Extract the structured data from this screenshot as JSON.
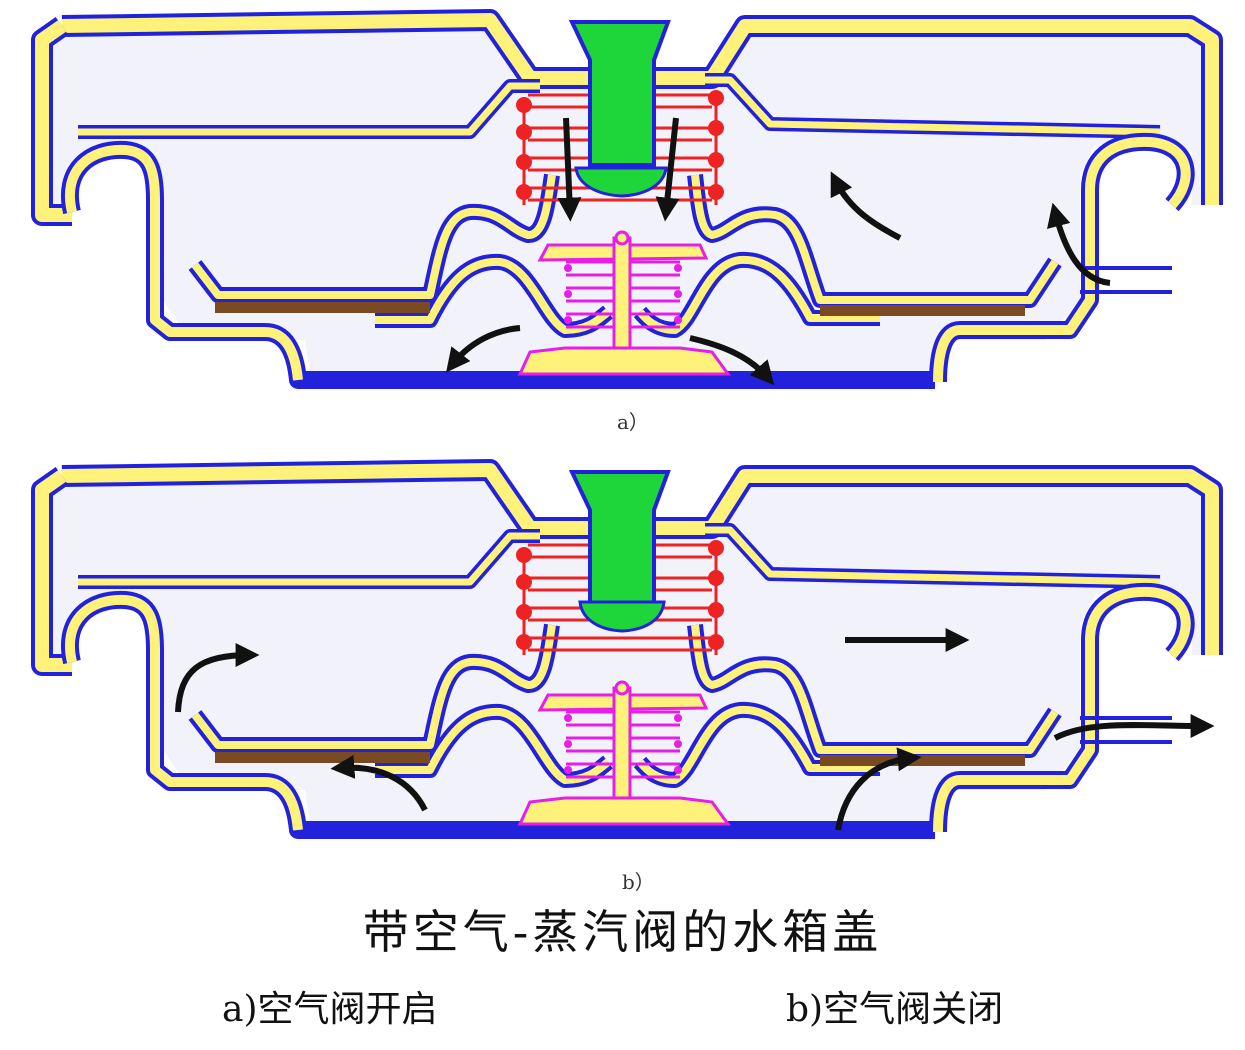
{
  "labels": {
    "panel_a": "a）",
    "panel_b": "b）"
  },
  "title": "带空气-蒸汽阀的水箱盖",
  "captions": {
    "a": "a)空气阀开启",
    "b": "b)空气阀关闭"
  },
  "colors": {
    "outline": "#2222dd",
    "wall_fill": "#fff27a",
    "interior": "#f1f2fa",
    "vacuum_valve": "#1fd63a",
    "steam_spring": "#ee2222",
    "air_valve_outline": "#e61ee6",
    "air_valve_body": "#fff27a",
    "gasket": "#7a4a22",
    "arrow": "#111111"
  }
}
